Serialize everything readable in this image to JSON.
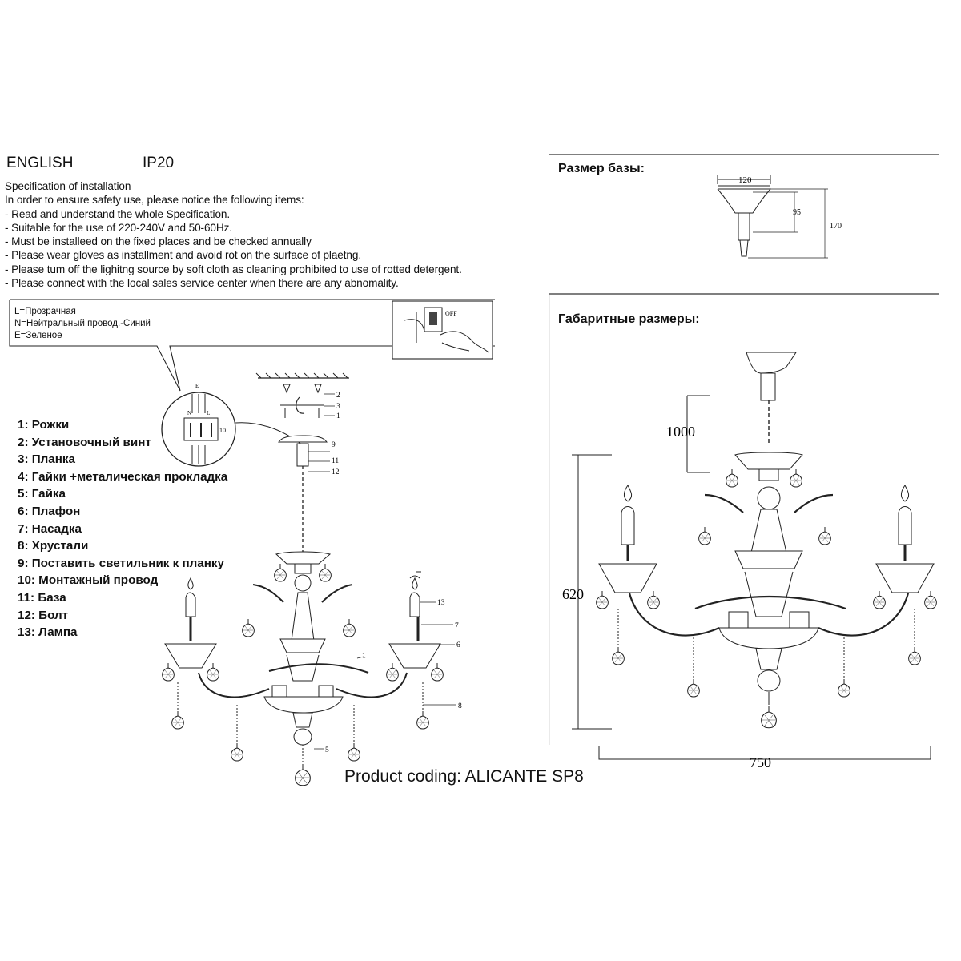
{
  "spec": {
    "language": "ENGLISH",
    "ip_rating": "IP20",
    "lines": [
      "Specification of installation",
      "In order to ensure safety use, please notice the following items:",
      "- Read and understand the whole Specification.",
      "- Suitable for the use of 220-240V and 50-60Hz.",
      "- Must be installeed on the fixed places and be checked annually",
      "- Please wear gloves as installment and avoid rot on the surface of plaetng.",
      "- Please tum off the lighitng source by soft cloth as cleaning prohibited to use of rotted detergent.",
      "- Please connect with the local sales service center when there are any abnomality."
    ]
  },
  "wiring_legend": [
    "L=Прозрачная",
    "N=Нейтральный провод.-Синий",
    "E=Зеленое"
  ],
  "terminal": {
    "e": "E",
    "n": "N",
    "l": "L",
    "ten": "10"
  },
  "parts": [
    "1:  Рожки",
    "2:  Установочный винт",
    "3:  Планка",
    "4:  Гайки +металическая прокладка",
    "5:  Гайка",
    "6:  Плафон",
    "7:  Насадка",
    "8:  Хрустали",
    "9:  Поставить светильник к планку",
    "10:  Монтажный провод",
    "11:  База",
    "12:  Болт",
    "13:  Лампа"
  ],
  "callouts": [
    "2",
    "3",
    "1",
    "9",
    "11",
    "12",
    "13",
    "7",
    "6",
    "1",
    "8",
    "5"
  ],
  "base": {
    "title": "Размер базы:",
    "width": "120",
    "height_inner": "95",
    "height_total": "170"
  },
  "dimensions": {
    "title": "Габаритные размеры:",
    "chain": "1000",
    "height": "620",
    "width": "750"
  },
  "product_coding": "Product coding: ALICANTE SP8"
}
